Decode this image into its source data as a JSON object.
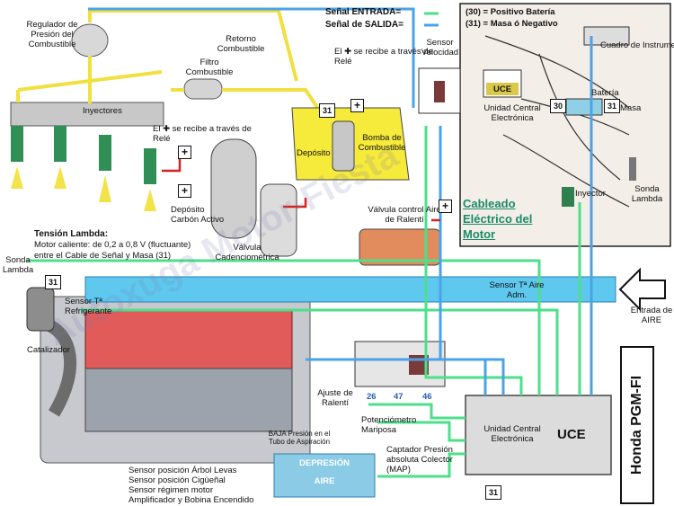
{
  "legend": {
    "input_label": "Señal ENTRADA=",
    "output_label": "Señal de SALIDA=",
    "input_color": "#4ddf8a",
    "output_color": "#4aa3e8"
  },
  "inset": {
    "line1": "(30) = Positivo Batería",
    "line2": "(31) = Masa ó Negativo",
    "instruments": "Cuadro de Instrumentos",
    "battery": "Batería",
    "ground": "Masa",
    "uce_badge": "UCE",
    "uce_label": "Unidad Central Electrónica",
    "injector": "Inyector",
    "lambda": "Sonda Lambda",
    "term30": "30",
    "term31": "31"
  },
  "wiring_title": "Cableado Eléctrico del Motor",
  "labels": {
    "regulator": "Regulador de Presión del Combustible",
    "return": "Retorno Combustible",
    "filter": "Filtro Combustible",
    "relay_note": "El ✚ se recibe a través de Relé",
    "injectors": "Inyectores",
    "relay_note2": "El ✚ se recibe a través de Relé",
    "tank": "Depósito",
    "pump": "Bomba de Combustible",
    "speed_sensor": "Sensor Velocidad",
    "carbon": "Depósito Carbón Activo",
    "canister_valve": "Válvula Cadenciométrica",
    "idle_valve": "Válvula control Aire de Ralentí",
    "lambda_title": "Tensión Lambda:",
    "lambda_text1": "Motor caliente: de 0,2 a 0,8 V (fluctuante)",
    "lambda_text2": "entre el Cable de Señal y Masa (31)",
    "lambda_probe": "Sonda Lambda",
    "coolant": "Sensor Tª Refrigerante",
    "catalyst": "Catalizador",
    "air_temp": "Sensor Tª Aire Adm.",
    "air_inlet": "Entrada de AIRE",
    "idle_adjust": "Ajuste de Ralentí",
    "throttle": "Potenciómetro Mariposa",
    "map": "Captador Presión absoluta Colector (MAP)",
    "low_pressure": "BAJA Presión en el Tubo de Aspiración",
    "depression": "DEPRESIÓN",
    "air": "AIRE",
    "cam_sensor": "Sensor posición Árbol Levas",
    "crank_sensor": "Sensor posición Cigüeñal",
    "rpm_sensor": "Sensor régimen motor",
    "amp_coil": "Amplificador y Bobina Encendido",
    "ecu_label": "Unidad Central Electrónica",
    "ecu_badge": "UCE",
    "pin26": "26",
    "pin47": "47",
    "pin46": "46",
    "t31": "31"
  },
  "brand": "Honda PGM-FI",
  "watermark": "Autoxuga Motor-Fiesta"
}
